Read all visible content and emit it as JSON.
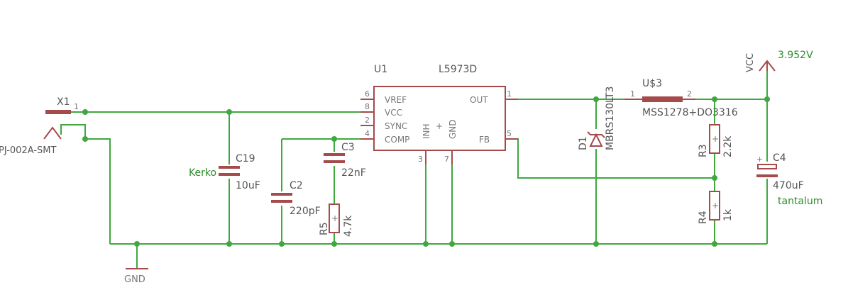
{
  "x1": {
    "name": "X1",
    "value": "PJ-002A-SMT",
    "pin": "1"
  },
  "u1": {
    "name": "U1",
    "value": "L5973D",
    "pins": [
      {
        "num": "6",
        "label": "VREF"
      },
      {
        "num": "8",
        "label": "VCC"
      },
      {
        "num": "2",
        "label": "SYNC"
      },
      {
        "num": "4",
        "label": "COMP"
      },
      {
        "num": "1",
        "label": "OUT"
      },
      {
        "num": "5",
        "label": "FB"
      },
      {
        "num": "3",
        "label": "INH"
      },
      {
        "num": "7",
        "label": "GND"
      }
    ]
  },
  "c19": {
    "name": "C19",
    "value": "10uF",
    "note": "Kerko"
  },
  "c2": {
    "name": "C2",
    "value": "220pF"
  },
  "c3": {
    "name": "C3",
    "value": "22nF"
  },
  "r5": {
    "name": "R5",
    "value": "4.7k"
  },
  "d1": {
    "name": "D1",
    "value": "MBRS130LT3"
  },
  "u3": {
    "name": "U$3",
    "value": "MSS1278+DO3316",
    "pin1": "1",
    "pin2": "2"
  },
  "r3": {
    "name": "R3",
    "value": "2.2k"
  },
  "r4": {
    "name": "R4",
    "value": "1k"
  },
  "c4": {
    "name": "C4",
    "value": "470uF",
    "note": "tantalum"
  },
  "vcc": {
    "name": "VCC",
    "value": "3.952V"
  },
  "gnd": {
    "name": "GND"
  },
  "colors": {
    "wire": "#3fa83f",
    "part": "#a54b4b",
    "text": "#555555",
    "note": "#2e8b2e"
  }
}
